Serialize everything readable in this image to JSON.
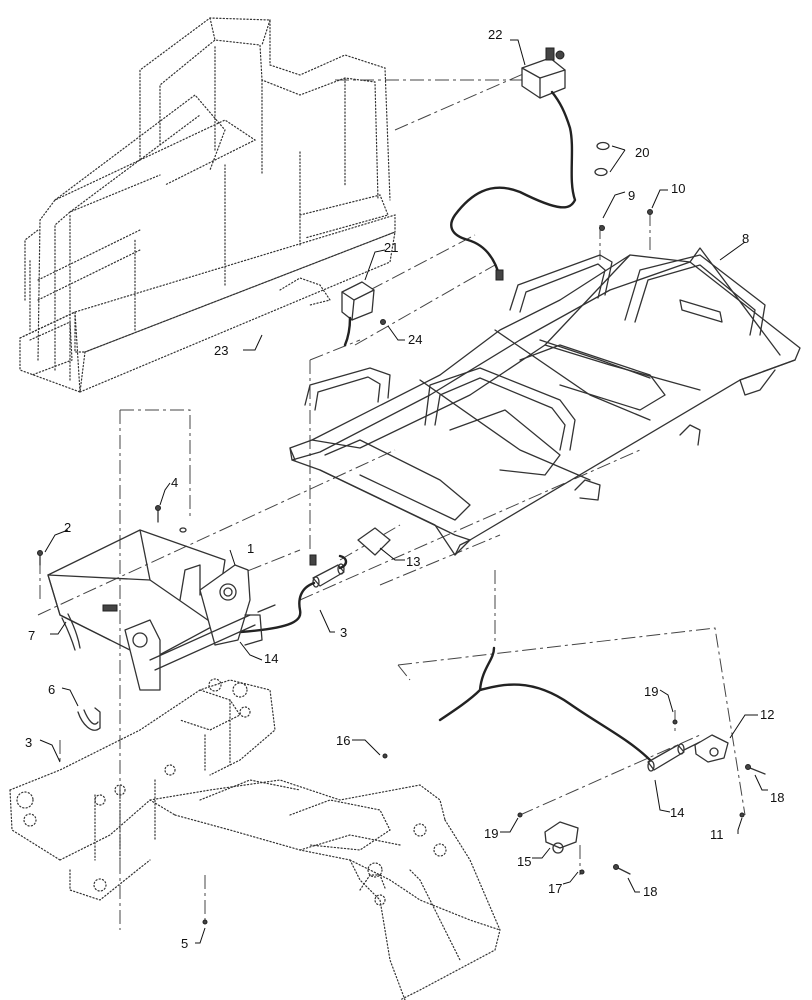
{
  "callouts": [
    {
      "id": "c1",
      "label": "1"
    },
    {
      "id": "c2",
      "label": "2"
    },
    {
      "id": "c3a",
      "label": "3"
    },
    {
      "id": "c3b",
      "label": "3"
    },
    {
      "id": "c4",
      "label": "4"
    },
    {
      "id": "c5",
      "label": "5"
    },
    {
      "id": "c6",
      "label": "6"
    },
    {
      "id": "c7",
      "label": "7"
    },
    {
      "id": "c8",
      "label": "8"
    },
    {
      "id": "c9",
      "label": "9"
    },
    {
      "id": "c10",
      "label": "10"
    },
    {
      "id": "c11",
      "label": "11"
    },
    {
      "id": "c12",
      "label": "12"
    },
    {
      "id": "c13",
      "label": "13"
    },
    {
      "id": "c14a",
      "label": "14"
    },
    {
      "id": "c14b",
      "label": "14"
    },
    {
      "id": "c15",
      "label": "15"
    },
    {
      "id": "c16",
      "label": "16"
    },
    {
      "id": "c17",
      "label": "17"
    },
    {
      "id": "c18a",
      "label": "18"
    },
    {
      "id": "c18b",
      "label": "18"
    },
    {
      "id": "c19a",
      "label": "19"
    },
    {
      "id": "c19b",
      "label": "19"
    },
    {
      "id": "c20",
      "label": "20"
    },
    {
      "id": "c21",
      "label": "21"
    },
    {
      "id": "c22",
      "label": "22"
    },
    {
      "id": "c23",
      "label": "23"
    },
    {
      "id": "c24",
      "label": "24"
    }
  ]
}
